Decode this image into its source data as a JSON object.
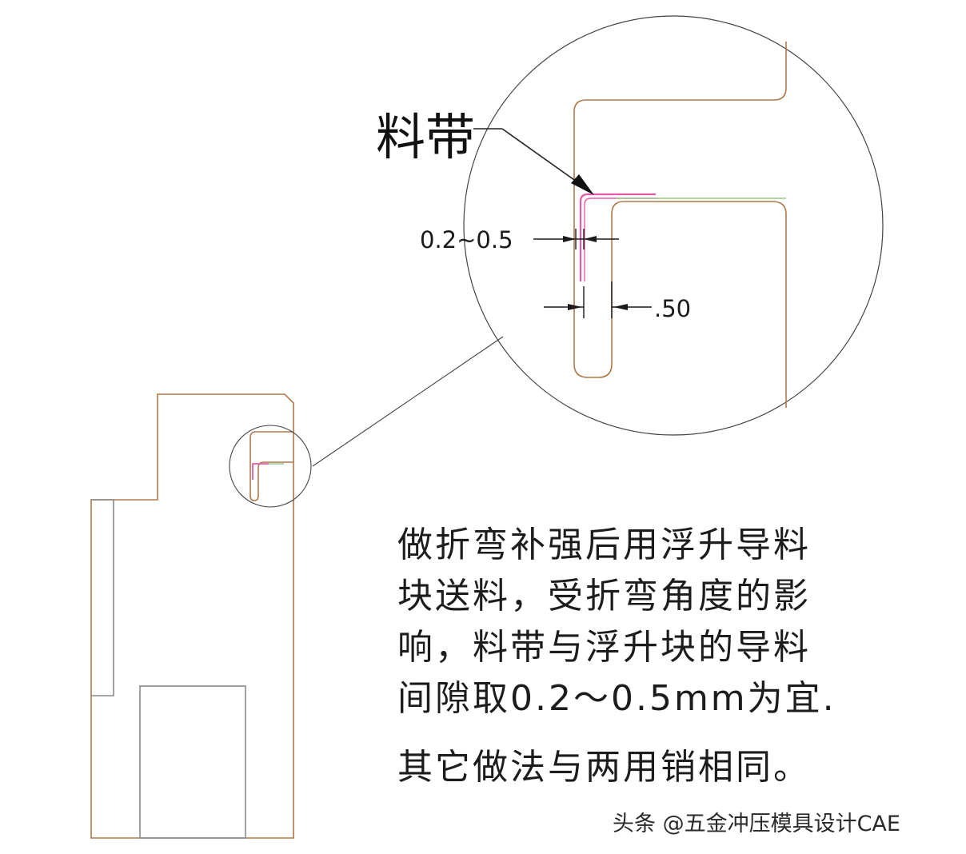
{
  "diagram": {
    "callout_label": "料带",
    "dimension_gap_range": "0.2~0.5",
    "dimension_wall": ".50"
  },
  "note": {
    "lines": [
      "做折弯补强后用浮升导料",
      "块送料，受折弯角度的影",
      "响，料带与浮升块的导料",
      "间隙取0.2～0.5mm为宜."
    ],
    "extra": "其它做法与两用销相同。"
  },
  "watermark": "头条 @五金冲压模具设计CAE",
  "colors": {
    "outline": "#b0784a",
    "strip": "#e85aa8",
    "strip_green": "#9cc98a",
    "leader": "#222222"
  }
}
